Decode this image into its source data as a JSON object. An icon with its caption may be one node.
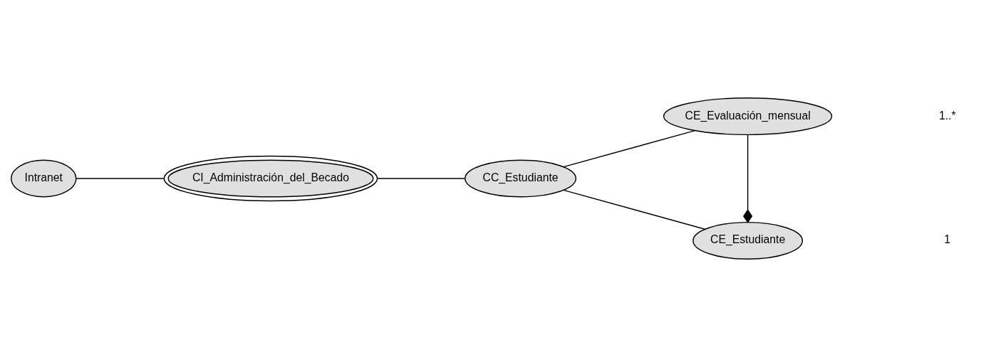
{
  "diagram": {
    "nodes": [
      {
        "text": [
          "Intranet"
        ]
      },
      {
        "text": [
          "CI_Administración_del_Becado"
        ]
      },
      {
        "text": [
          "CC_Estudiante"
        ]
      },
      {
        "text": [
          "CE_Evaluación_mensual"
        ]
      },
      {
        "text": [
          "CE_Estudiante"
        ]
      }
    ],
    "edges": [
      {
        "from": 0,
        "to": 1,
        "arrow": "none"
      },
      {
        "from": 1,
        "to": 2,
        "arrow": "none"
      },
      {
        "from": 2,
        "to": 3,
        "arrow": "none"
      },
      {
        "from": 2,
        "to": 4,
        "arrow": "none"
      },
      {
        "from": 3,
        "to": 4,
        "arrow": "other"
      }
    ],
    "labels": [
      "1..*",
      "1"
    ]
  }
}
